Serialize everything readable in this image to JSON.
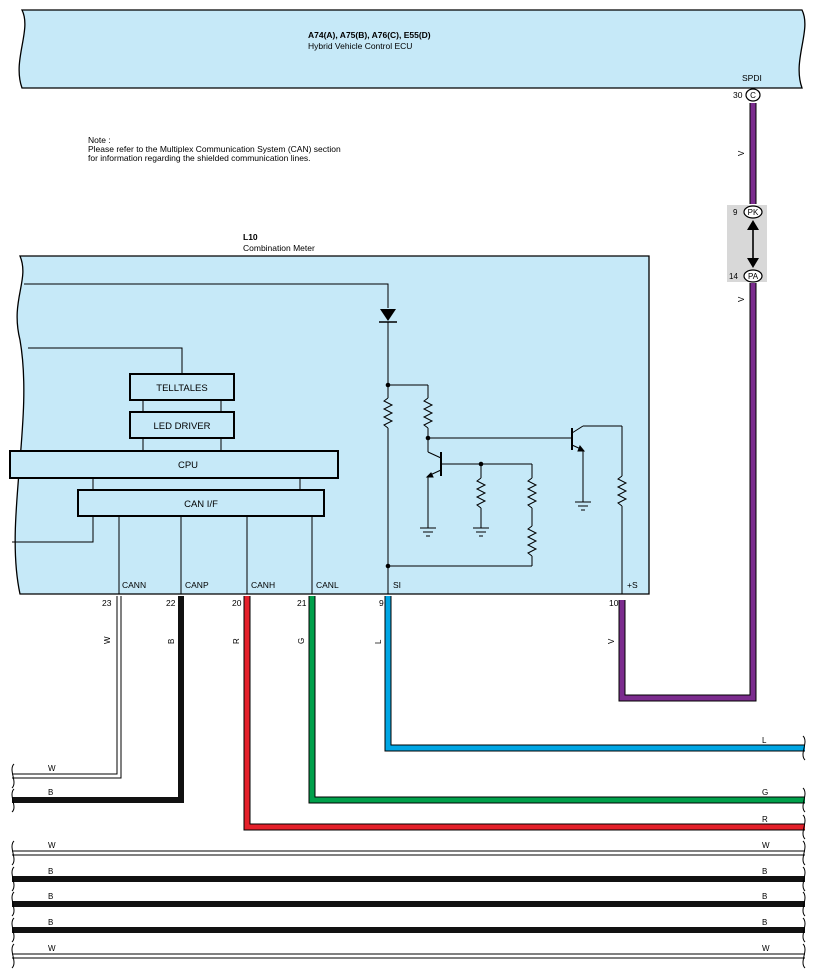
{
  "ecu": {
    "codes": "A74(A), A75(B), A76(C), E55(D)",
    "name": "Hybrid Vehicle Control ECU",
    "pin_label": "SPDI",
    "pin_number": "30",
    "pin_connector": "C"
  },
  "note": {
    "line1": "Note :",
    "line2": "Please refer to the Multiplex Communication System (CAN) section",
    "line3": "for information regarding the shielded communication lines."
  },
  "junction": {
    "top_pin": "9",
    "top_label": "PK",
    "bottom_pin": "14",
    "bottom_label": "PA"
  },
  "meter": {
    "code": "L10",
    "name": "Combination Meter",
    "telltales": "TELLTALES",
    "led_driver": "LED DRIVER",
    "cpu": "CPU",
    "can_if": "CAN I/F",
    "terminals": [
      {
        "name": "CANN",
        "pin": "23",
        "color": "W"
      },
      {
        "name": "CANP",
        "pin": "22",
        "color": "B"
      },
      {
        "name": "CANH",
        "pin": "20",
        "color": "R"
      },
      {
        "name": "CANL",
        "pin": "21",
        "color": "G"
      },
      {
        "name": "SI",
        "pin": "9",
        "color": "L"
      },
      {
        "name": "+S",
        "pin": "10",
        "color": "V"
      }
    ]
  },
  "wire_colors": {
    "ecu_upper": "V",
    "ecu_lower": "V"
  },
  "bundle": {
    "left_labels": [
      "W",
      "B",
      "W",
      "B",
      "B",
      "B",
      "W"
    ],
    "right_labels": [
      "L",
      "G",
      "R",
      "W",
      "B",
      "B",
      "B",
      "W"
    ]
  },
  "colors": {
    "panel_fill": "#c6e9f8",
    "violet": "#7b2c8e",
    "blue": "#00a6e4",
    "green": "#00a04b",
    "red": "#e4202a",
    "black": "#111111",
    "white_wire": "#ffffff"
  }
}
